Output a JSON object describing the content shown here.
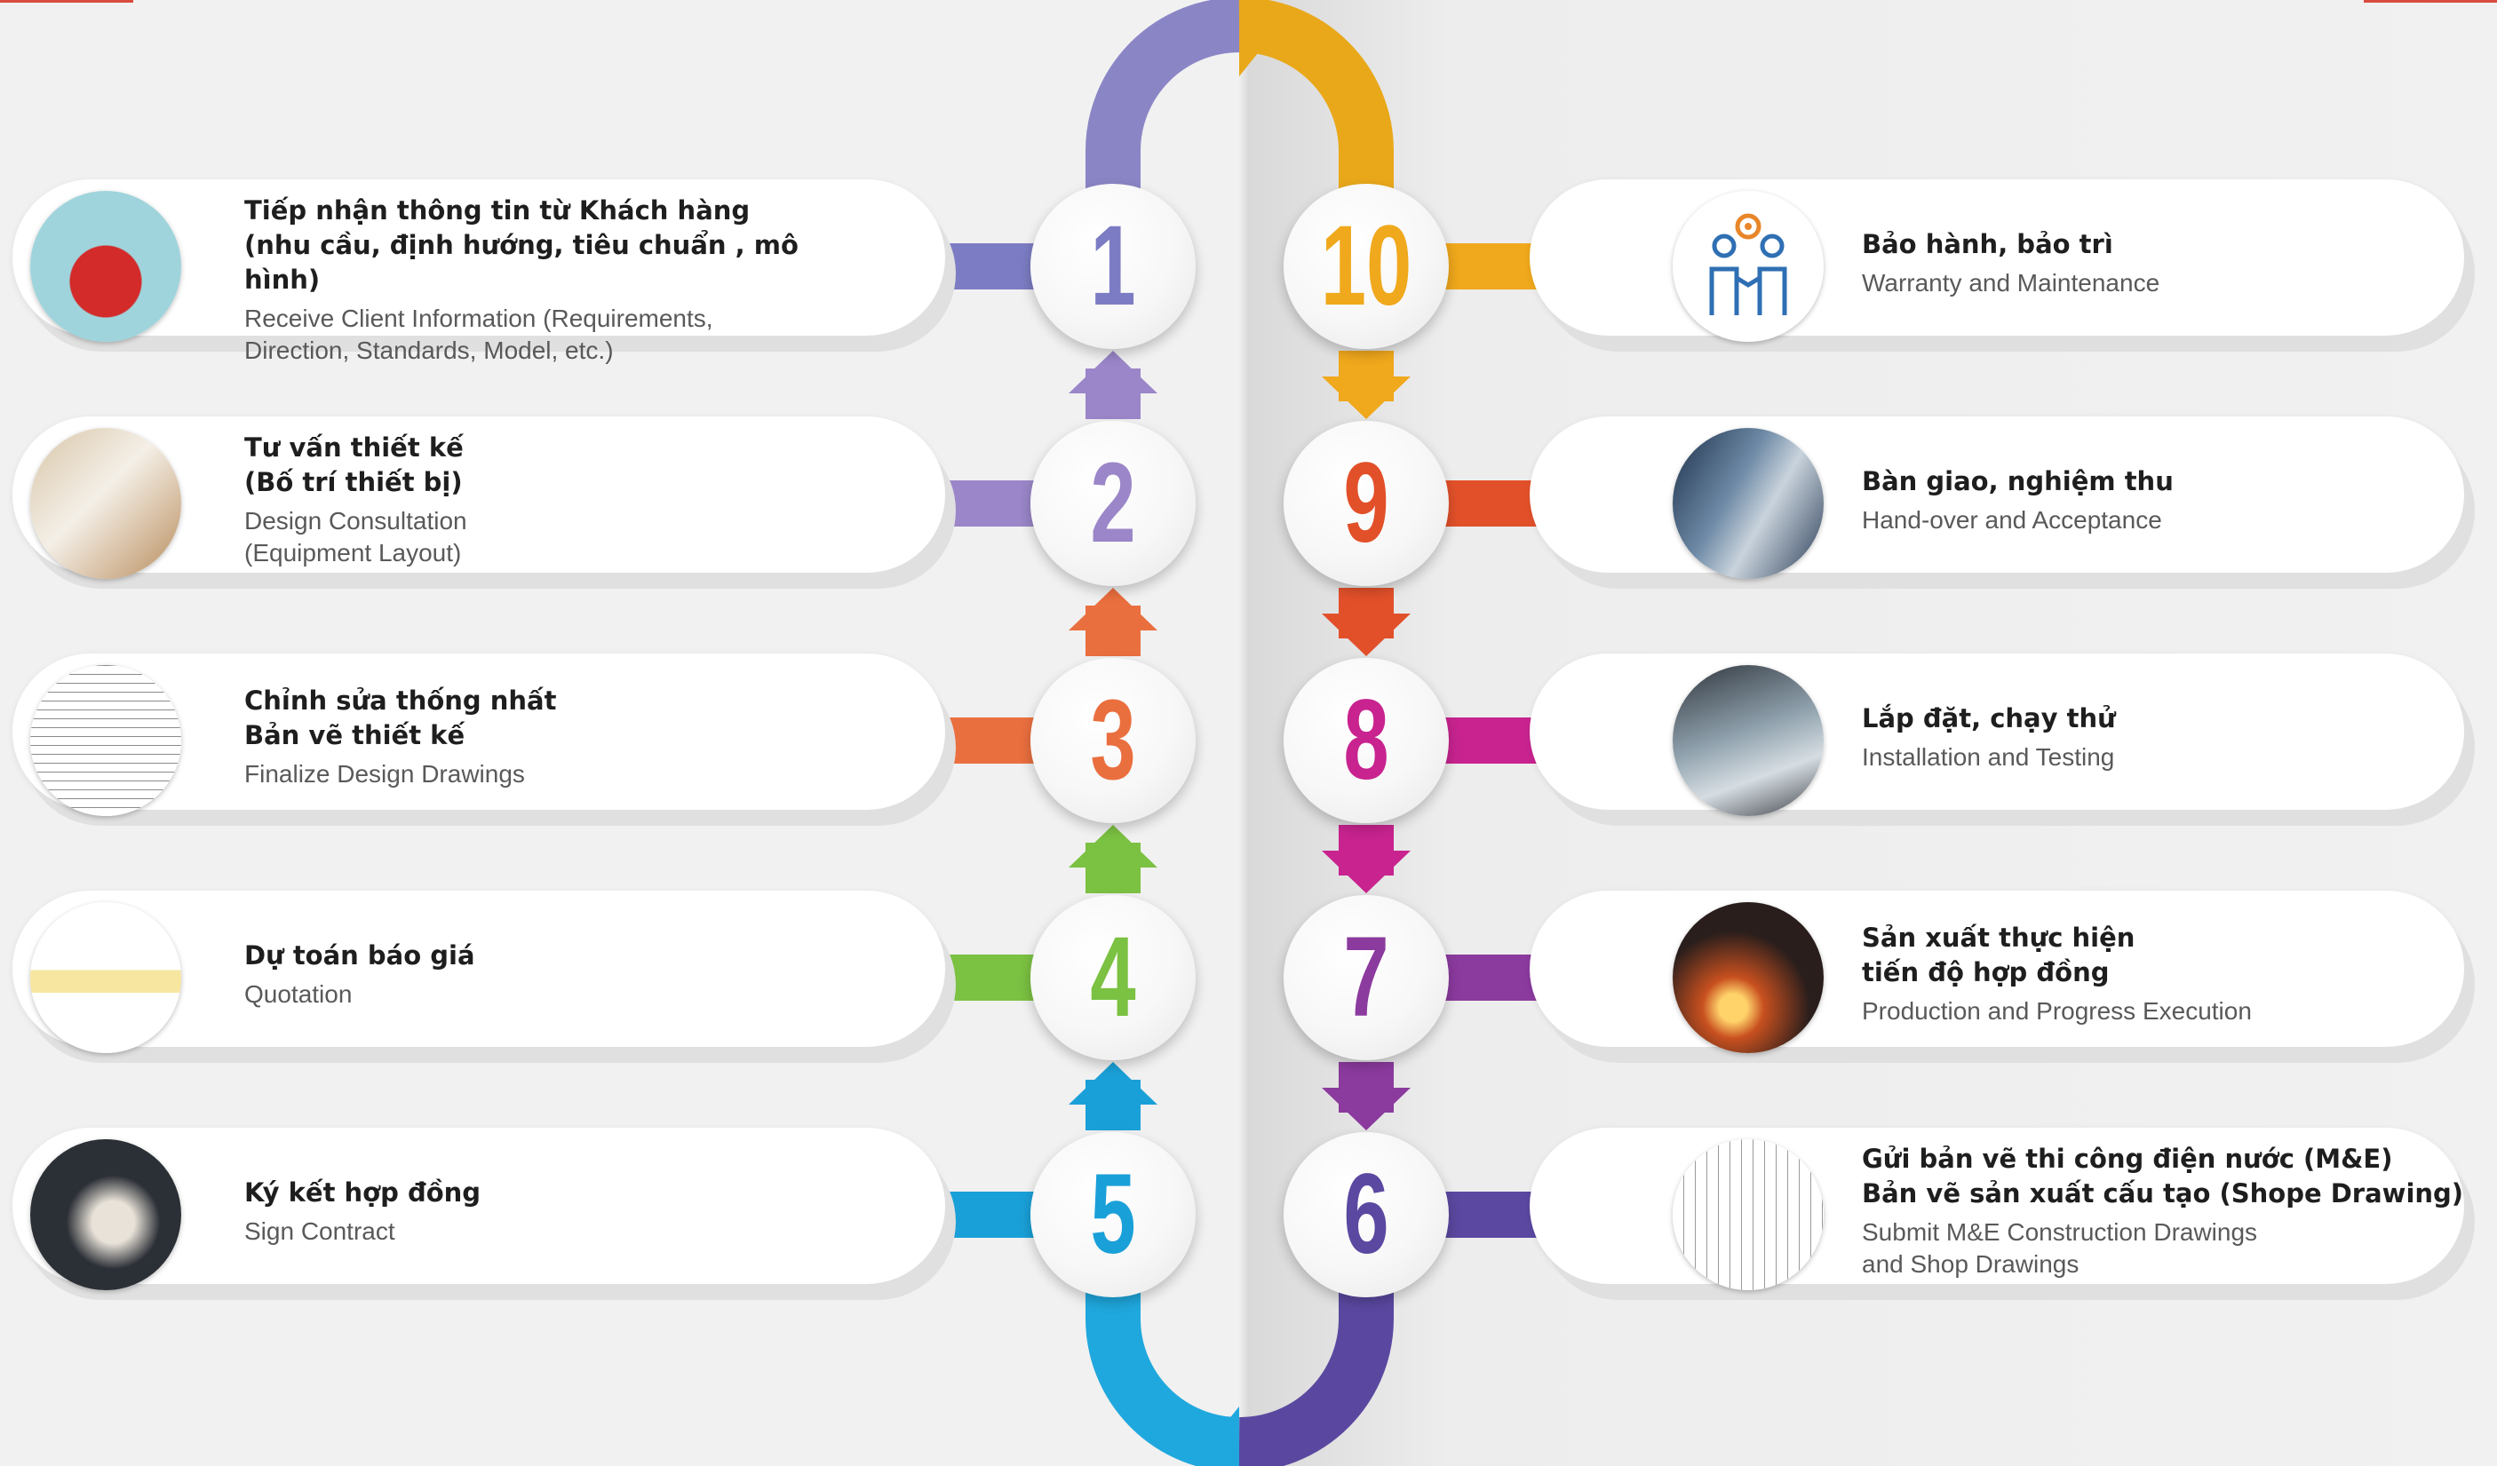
{
  "steps": [
    {
      "number": "1",
      "title": "Tiếp nhận thông tin từ Khách hàng\n(nhu cầu, định hướng, tiêu chuẩn , mô hình)",
      "subtitle": "Receive Client Information (Requirements,\nDirection, Standards, Model, etc.)",
      "color": "#7c7cc4",
      "icon": "red-telephone-photo"
    },
    {
      "number": "2",
      "title": "Tư vấn thiết kế\n(Bố trí thiết bị)",
      "subtitle": "Design Consultation\n(Equipment Layout)",
      "color": "#9a86c8",
      "icon": "kitchen-design-photo"
    },
    {
      "number": "3",
      "title": "Chỉnh sửa thống nhất\nBản vẽ thiết kế",
      "subtitle": "Finalize Design Drawings",
      "color": "#ea6f3f",
      "icon": "design-drawing-photo"
    },
    {
      "number": "4",
      "title": "Dự toán báo giá",
      "subtitle": "Quotation",
      "color": "#7bc142",
      "icon": "quotation-document-photo"
    },
    {
      "number": "5",
      "title": "Ký kết hợp đồng",
      "subtitle": "Sign Contract",
      "color": "#1aa0d8",
      "icon": "contract-signing-photo"
    },
    {
      "number": "6",
      "title": "Gửi bản vẽ thi công điện nước (M&E)\nBản vẽ sản xuất cấu tạo (Shope Drawing)",
      "subtitle": "Submit M&E Construction Drawings\nand Shop Drawings",
      "color": "#5b48a0",
      "icon": "shop-drawing-photo"
    },
    {
      "number": "7",
      "title": "Sản xuất thực hiện\ntiến độ hợp đồng",
      "subtitle": "Production and Progress Execution",
      "color": "#8b3a9e",
      "icon": "laser-cutting-photo"
    },
    {
      "number": "8",
      "title": "Lắp đặt, chạy thử",
      "subtitle": "Installation and Testing",
      "color": "#c8238f",
      "icon": "installation-photo"
    },
    {
      "number": "9",
      "title": "Bàn giao, nghiệm thu",
      "subtitle": "Hand-over and Acceptance",
      "color": "#e2502a",
      "icon": "kitchen-handover-photo"
    },
    {
      "number": "10",
      "title": "Bảo hành, bảo trì",
      "subtitle": "Warranty and Maintenance",
      "color": "#f0a81c",
      "icon": "handshake-gear-icon"
    }
  ],
  "colors": {
    "path_top": "#8a86c6",
    "path_bottom_left": "#1fa8de",
    "path_top_right": "#e9a81a",
    "path_bottom_right": "#5a48a0",
    "accent_red": "#d94b3c"
  }
}
